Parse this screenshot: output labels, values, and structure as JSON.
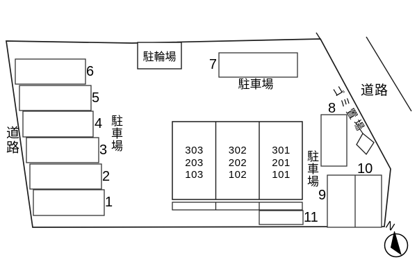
{
  "plan": {
    "colors": {
      "line": "#1c1c1c",
      "box_line": "#333333",
      "text": "#000000"
    },
    "road_left_label": "道路",
    "road_right_label": "道路",
    "bicycle_parking_label": "駐輪場",
    "parking_lot_label_top": "駐車場",
    "parking_lot_label_left": "駐車場",
    "parking_lot_label_right": "駐車場",
    "garbage_area_label": "ゴミ置場",
    "compass_north_label": "N",
    "parking_spaces": [
      "1",
      "2",
      "3",
      "4",
      "5",
      "6",
      "7",
      "8",
      "9",
      "10",
      "11"
    ],
    "building_units": [
      {
        "floor3": "303",
        "floor2": "203",
        "floor1": "103"
      },
      {
        "floor3": "302",
        "floor2": "202",
        "floor1": "102"
      },
      {
        "floor3": "301",
        "floor2": "201",
        "floor1": "101"
      }
    ]
  }
}
